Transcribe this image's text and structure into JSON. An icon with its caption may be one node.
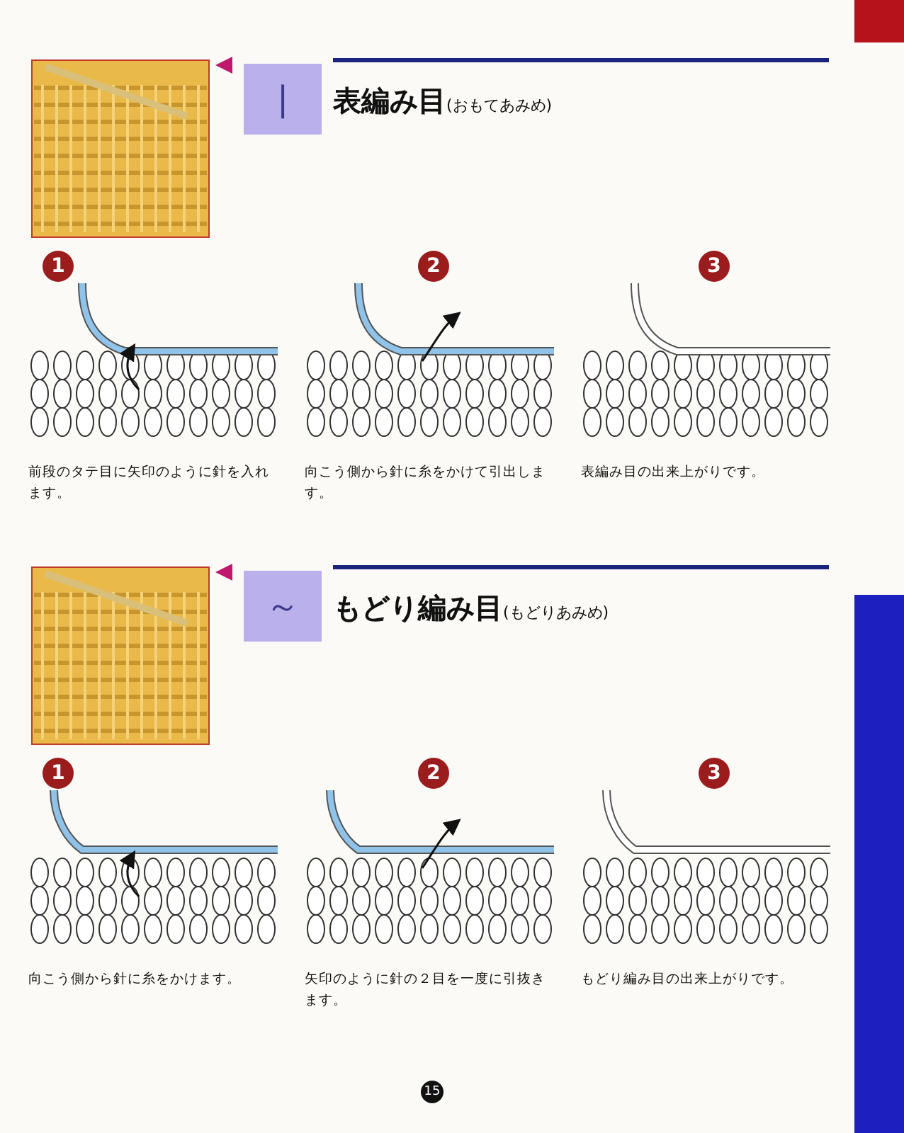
{
  "diagram": {
    "labels": [
      "|",
      "表編み目",
      "(おもてあみめ)",
      "1",
      "2",
      "3",
      "前段のタテ目に矢印のように針を入れます。",
      "向こう側から針に糸をかけて引出します。",
      "表編み目の出来上がりです。",
      "～",
      "もどり編み目",
      "(もどりあみめ)",
      "1",
      "2",
      "3",
      "向こう側から針に糸をかけます。",
      "矢印のように針の２目を一度に引抜きます。",
      "もどり編み目の出来上がりです。",
      "15"
    ]
  }
}
